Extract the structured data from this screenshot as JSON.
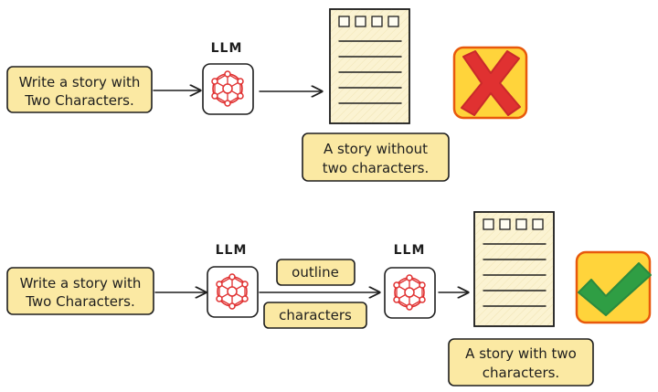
{
  "top": {
    "prompt_lines": [
      "Write a story with",
      "Two Characters."
    ],
    "llm_label": "LLM",
    "result_lines": [
      "A story without",
      "two characters."
    ],
    "verdict_icon": "cross-icon"
  },
  "bottom": {
    "prompt_lines": [
      "Write a story with",
      "Two Characters."
    ],
    "llm1_label": "LLM",
    "llm2_label": "LLM",
    "step_outline": "outline",
    "step_characters": "characters",
    "result_lines": [
      "A story with two",
      "characters."
    ],
    "verdict_icon": "check-icon"
  },
  "colors": {
    "box_fill": "#fbe9a3",
    "llm_icon": "#e03131",
    "cross": "#e03131",
    "cross_bg": "#ffd43b",
    "check": "#2f9e44",
    "check_bg": "#ffd43b"
  }
}
